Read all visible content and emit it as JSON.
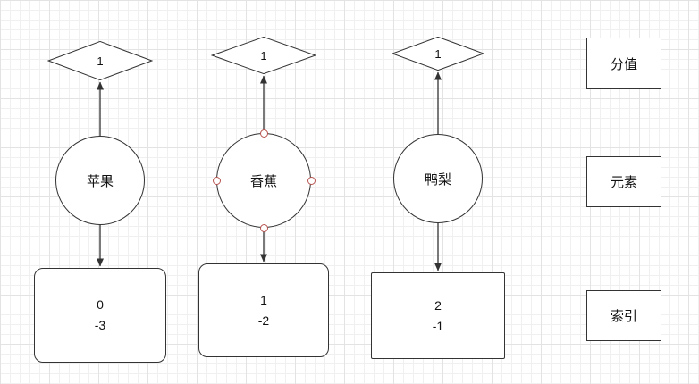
{
  "colors": {
    "stroke": "#333333",
    "handle": "#b85450",
    "grid-minor": "#f0f0f0",
    "grid-major": "#e3e3e3"
  },
  "columns": [
    {
      "score": "1",
      "element": "苹果",
      "index": {
        "line1": "0",
        "line2": "-3"
      }
    },
    {
      "score": "1",
      "element": "香蕉",
      "index": {
        "line1": "1",
        "line2": "-2"
      }
    },
    {
      "score": "1",
      "element": "鸭梨",
      "index": {
        "line1": "2",
        "line2": "-1"
      }
    }
  ],
  "legend": [
    {
      "label": "分值"
    },
    {
      "label": "元素"
    },
    {
      "label": "索引"
    }
  ]
}
